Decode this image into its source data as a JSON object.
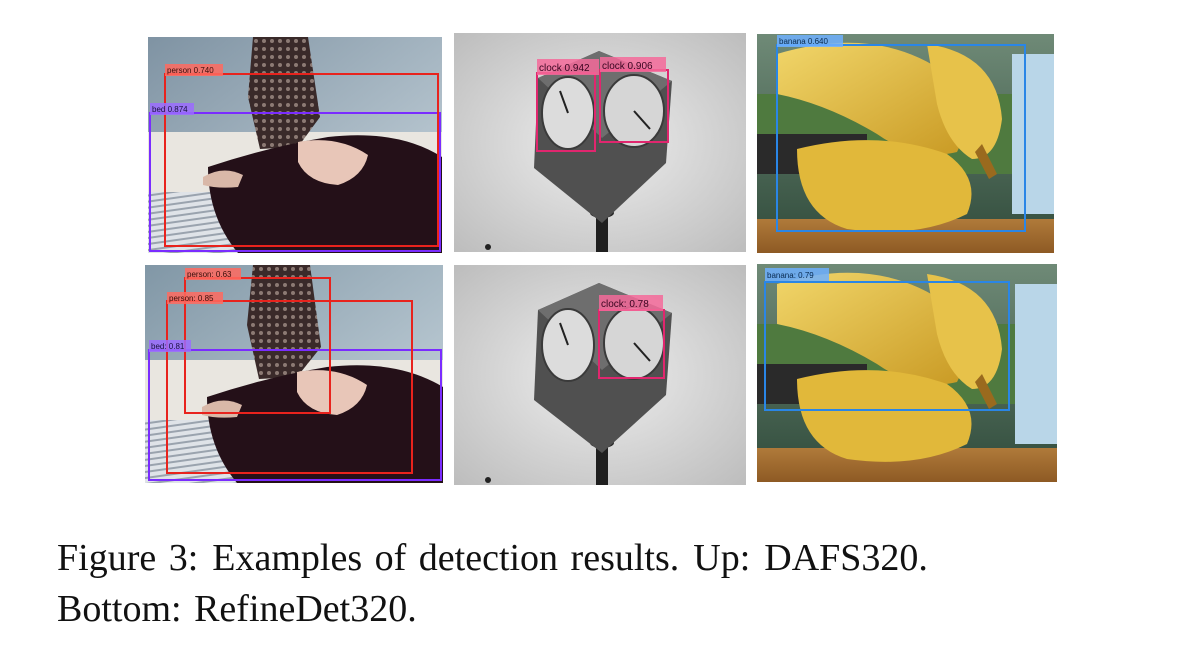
{
  "figure": {
    "caption_line1_a": "Figure 3:",
    "caption_line1_b": "Examples of detection results.",
    "caption_line1_c": "Up:",
    "caption_line1_d": "DAFS320.",
    "caption_line2": "Bottom: RefineDet320."
  },
  "detections": {
    "top_bed": {
      "label": "bed 0.874"
    },
    "top_person": {
      "label": "person 0.740"
    },
    "top_clock_a": {
      "label": "clock 0.942"
    },
    "top_clock_b": {
      "label": "clock 0.906"
    },
    "top_banana": {
      "label": "banana 0.640"
    },
    "bot_person_a": {
      "label": "person: 0.63"
    },
    "bot_person_b": {
      "label": "person: 0.85"
    },
    "bot_bed": {
      "label": "bed: 0.81"
    },
    "bot_clock": {
      "label": "clock: 0.78"
    },
    "bot_banana": {
      "label": "banana: 0.79"
    }
  },
  "colors": {
    "person_box": "#e8231d",
    "bed_box": "#7a2cff",
    "clock_box": "#e0266e",
    "banana_box": "#2a86e6"
  }
}
